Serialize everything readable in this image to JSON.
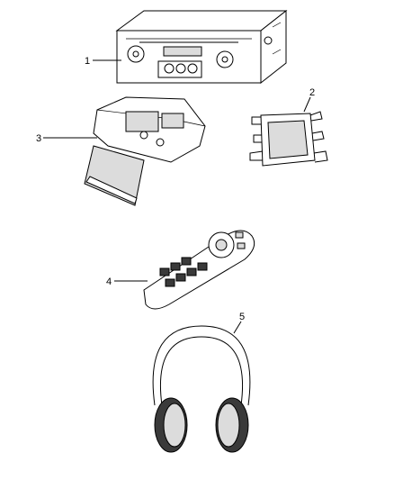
{
  "callouts": [
    {
      "id": "1",
      "label": "1"
    },
    {
      "id": "2",
      "label": "2"
    },
    {
      "id": "3",
      "label": "3"
    },
    {
      "id": "4",
      "label": "4"
    },
    {
      "id": "5",
      "label": "5"
    }
  ],
  "colors": {
    "line": "#000000",
    "background": "#ffffff",
    "shade": "#dcdcdc",
    "dark": "#3a3a3a"
  }
}
